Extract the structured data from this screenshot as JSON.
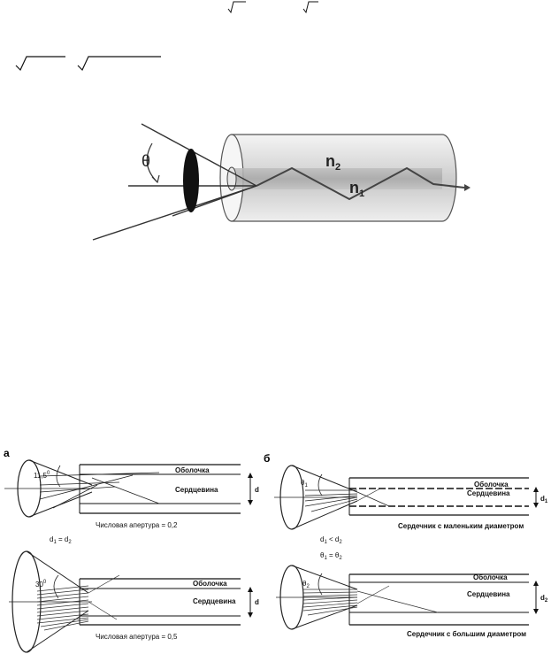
{
  "top": {
    "theta": "θ",
    "n2": "n",
    "n2_sub": "2",
    "n1": "n",
    "n1_sub": "1"
  },
  "panel_a": {
    "letter": "а",
    "top": {
      "angle": "11,5",
      "angle_sup": "0",
      "shell": "Оболочка",
      "core": "Сердцевина",
      "dim": "d",
      "caption": "Числовая апертура = 0,2"
    },
    "relation": "d",
    "relation_sub1": "1",
    "relation_mid": " = d",
    "relation_sub2": "2",
    "bottom": {
      "angle": "30",
      "angle_sup": "0",
      "shell": "Оболочка",
      "core": "Сердцевина",
      "dim": "d",
      "caption": "Числовая апертура = 0,5"
    }
  },
  "panel_b": {
    "letter": "б",
    "top": {
      "angle": "θ",
      "angle_sub": "1",
      "shell": "Оболочка",
      "core": "Сердцевина",
      "dim": "d",
      "dim_sub": "1",
      "caption": "Сердечник с маленьким диаметром"
    },
    "relation1": "d",
    "relation1_sub1": "1",
    "relation1_mid": " < d",
    "relation1_sub2": "2",
    "relation2": "θ",
    "relation2_sub1": "1",
    "relation2_mid": " = θ",
    "relation2_sub2": "2",
    "bottom": {
      "angle": "θ",
      "angle_sub": "2",
      "shell": "Оболочка",
      "core": "Сердцевина",
      "dim": "d",
      "dim_sub": "2",
      "caption": "Сердечник с большим диаметром"
    }
  }
}
